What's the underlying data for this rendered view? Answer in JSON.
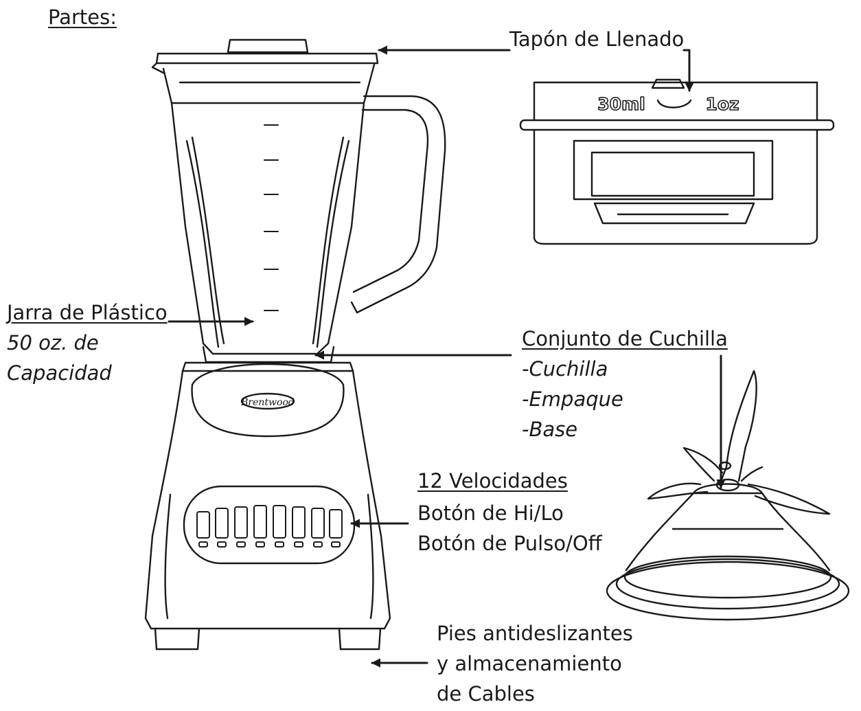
{
  "title": "Partes:",
  "labels": {
    "fill_cap": "Tapón de Llenado",
    "jar_title": "Jarra de Plástico",
    "jar_cap_1": "50 oz. de",
    "jar_cap_2": "Capacidad",
    "blade_title": "Conjunto de Cuchilla",
    "blade_1": "-Cuchilla",
    "blade_2": "-Empaque",
    "blade_3": "-Base",
    "speeds_title": "12 Velocidades",
    "speeds_1": "Botón de Hi/Lo",
    "speeds_2": "Botón de Pulso/Off",
    "feet_1": "Pies antideslizantes",
    "feet_2": "y almacenamiento",
    "feet_3": "de Cables"
  },
  "cap_markings": {
    "ml": "30ml",
    "oz": "1oz"
  },
  "brand": "Brentwood",
  "icons": [
    "arrow-icon",
    "blender-drawing",
    "fill-cap-drawing",
    "blade-assembly-drawing"
  ]
}
